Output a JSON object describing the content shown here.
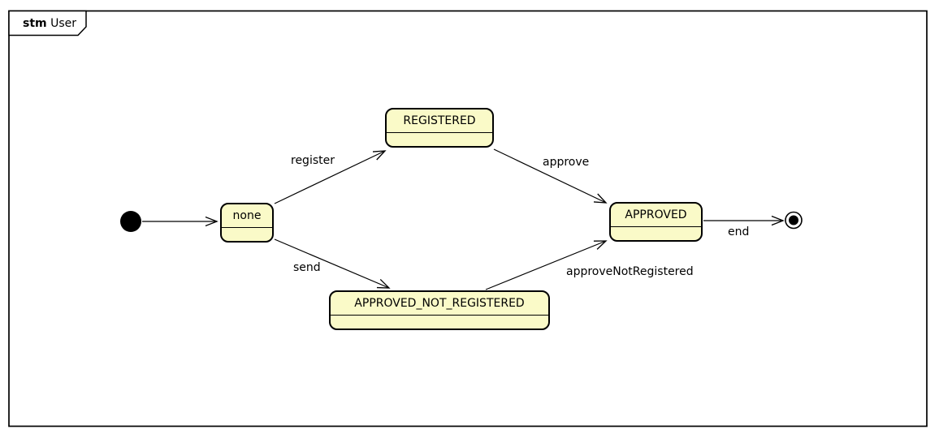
{
  "frame": {
    "keyword": "stm",
    "name": "User"
  },
  "colors": {
    "background": "#FFFFFF",
    "state_fill": "#FAFAC8",
    "state_border": "#000000",
    "line": "#000000"
  },
  "diagram": {
    "type": "uml-state-machine",
    "states": [
      {
        "id": "none",
        "label": "none"
      },
      {
        "id": "REGISTERED",
        "label": "REGISTERED"
      },
      {
        "id": "APPROVED_NOT_REGISTERED",
        "label": "APPROVED_NOT_REGISTERED"
      },
      {
        "id": "APPROVED",
        "label": "APPROVED"
      }
    ],
    "pseudostates": [
      {
        "id": "initial",
        "kind": "initial"
      },
      {
        "id": "final",
        "kind": "final"
      }
    ],
    "transitions": [
      {
        "from": "initial",
        "to": "none",
        "label": ""
      },
      {
        "from": "none",
        "to": "REGISTERED",
        "label": "register"
      },
      {
        "from": "none",
        "to": "APPROVED_NOT_REGISTERED",
        "label": "send"
      },
      {
        "from": "REGISTERED",
        "to": "APPROVED",
        "label": "approve"
      },
      {
        "from": "APPROVED_NOT_REGISTERED",
        "to": "APPROVED",
        "label": "approveNotRegistered"
      },
      {
        "from": "APPROVED",
        "to": "final",
        "label": "end"
      }
    ]
  }
}
